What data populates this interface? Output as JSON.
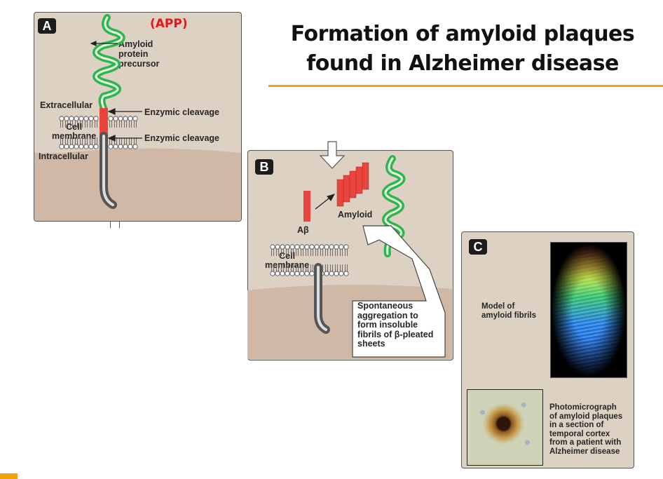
{
  "title": {
    "line1": "Formation of amyloid plaques",
    "line2": "found in Alzheimer disease"
  },
  "colors": {
    "accent": "#f0a30a",
    "panel_bg": "#ddd1c4",
    "panel_lower": "#cfb8a6",
    "app_label": "#e8141b",
    "protein_green": "#2fb64a",
    "amyloid_red": "#e8453c"
  },
  "panel_a": {
    "badge": "A",
    "app_label": "(APP)",
    "precursor_label": [
      "Amyloid",
      "protein",
      "precursor"
    ],
    "extracellular": "Extracellular",
    "intracellular": "Intracellular",
    "cell_membrane": [
      "Cell",
      "membrane"
    ],
    "cleavage_top": "Enzymic cleavage",
    "cleavage_bottom": "Enzymic cleavage"
  },
  "panel_b": {
    "badge": "B",
    "abeta": "Aβ",
    "amyloid": "Amyloid",
    "cell_membrane": [
      "Cell",
      "membrane"
    ],
    "callout": [
      "Spontaneous",
      "aggregation to",
      "form insoluble",
      "fibrils of β-pleated",
      "sheets"
    ]
  },
  "panel_c": {
    "badge": "C",
    "model_label": [
      "Model of",
      "amyloid fibrils"
    ],
    "photo_label": [
      "Photomicrograph",
      "of amyloid plaques",
      "in a section of",
      "temporal cortex",
      "from a patient with",
      "Alzheimer disease"
    ],
    "model_image": "amyloid-fibril-model-image",
    "photo_image": "plaque-photomicrograph-image"
  }
}
